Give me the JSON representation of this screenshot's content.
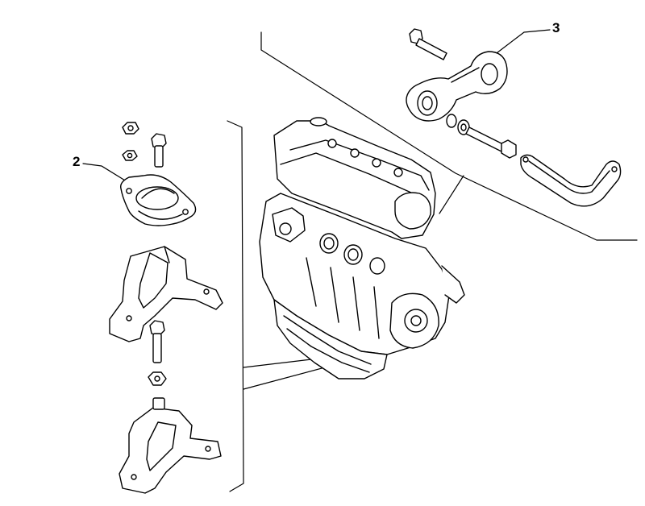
{
  "callouts": {
    "label_2": "2",
    "label_3": "3"
  },
  "colors": {
    "line": "#000000",
    "background": "#ffffff",
    "fill": "#ffffff",
    "shade": "#d9d9d9"
  },
  "parts": [
    "engine-block",
    "front-engine-mount",
    "mount-bracket",
    "torque-rod",
    "support-bracket",
    "bolts",
    "nuts"
  ]
}
